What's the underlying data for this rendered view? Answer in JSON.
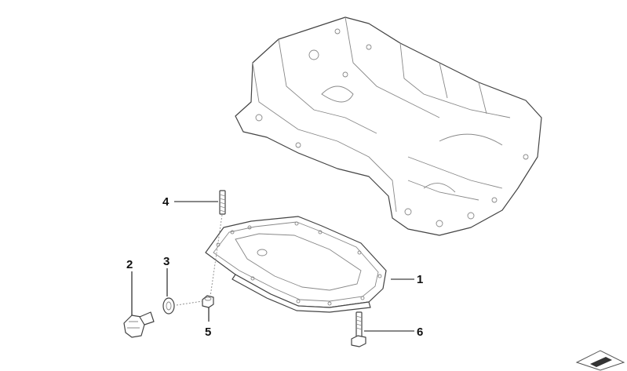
{
  "diagram": {
    "callouts": [
      {
        "id": "1",
        "label": "1"
      },
      {
        "id": "2",
        "label": "2"
      },
      {
        "id": "3",
        "label": "3"
      },
      {
        "id": "4",
        "label": "4"
      },
      {
        "id": "5",
        "label": "5"
      },
      {
        "id": "6",
        "label": "6"
      }
    ]
  },
  "colors": {
    "line": "#111111",
    "part_stroke": "#444444"
  }
}
